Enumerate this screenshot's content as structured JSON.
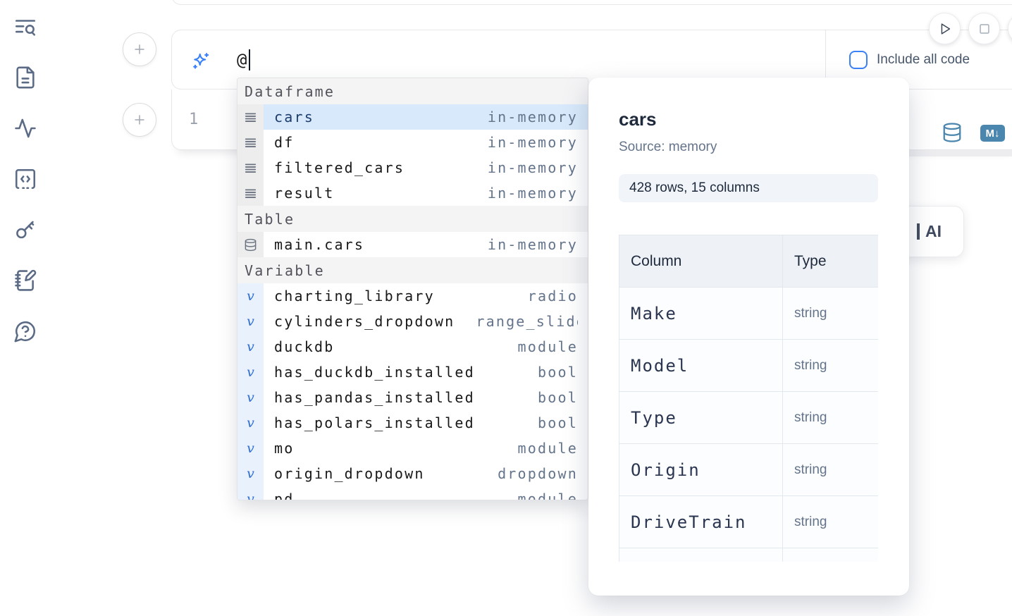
{
  "sidebar": {
    "items": [
      {
        "name": "search",
        "icon": "text-search-icon"
      },
      {
        "name": "files",
        "icon": "file-text-icon"
      },
      {
        "name": "activity",
        "icon": "activity-icon"
      },
      {
        "name": "snippets",
        "icon": "code-square-icon"
      },
      {
        "name": "keys",
        "icon": "key-icon"
      },
      {
        "name": "scratchpad",
        "icon": "notebook-pen-icon"
      },
      {
        "name": "help",
        "icon": "help-chat-icon"
      }
    ]
  },
  "toolbar": {
    "run_icon": "play-icon",
    "stop_icon": "square-icon"
  },
  "ai_prompt": {
    "value": "@",
    "include_all_code_label": "Include all code",
    "include_all_code_checked": false,
    "sparkle_icon": "sparkles-icon"
  },
  "code_cell": {
    "line_number": "1",
    "database_icon": "database-icon",
    "markdown_badge_label": "M↓"
  },
  "ai_generate_button": {
    "visible_label": "AI"
  },
  "autocomplete": {
    "sections": [
      {
        "label": "Dataframe",
        "icon": "rows",
        "items": [
          {
            "name": "cars",
            "type": "in-memory",
            "selected": true
          },
          {
            "name": "df",
            "type": "in-memory"
          },
          {
            "name": "filtered_cars",
            "type": "in-memory"
          },
          {
            "name": "result",
            "type": "in-memory"
          }
        ]
      },
      {
        "label": "Table",
        "icon": "database",
        "items": [
          {
            "name": "main.cars",
            "type": "in-memory"
          }
        ]
      },
      {
        "label": "Variable",
        "icon": "variable",
        "items": [
          {
            "name": "charting_library",
            "type": "radio"
          },
          {
            "name": "cylinders_dropdown",
            "type": "range_slider"
          },
          {
            "name": "duckdb",
            "type": "module"
          },
          {
            "name": "has_duckdb_installed",
            "type": "bool"
          },
          {
            "name": "has_pandas_installed",
            "type": "bool"
          },
          {
            "name": "has_polars_installed",
            "type": "bool"
          },
          {
            "name": "mo",
            "type": "module"
          },
          {
            "name": "origin_dropdown",
            "type": "dropdown"
          },
          {
            "name": "pd",
            "type": "module"
          }
        ]
      }
    ]
  },
  "preview": {
    "title": "cars",
    "source": "Source: memory",
    "shape_badge": "428 rows, 15 columns",
    "table": {
      "headers": [
        "Column",
        "Type"
      ],
      "rows": [
        [
          "Make",
          "string"
        ],
        [
          "Model",
          "string"
        ],
        [
          "Type",
          "string"
        ],
        [
          "Origin",
          "string"
        ],
        [
          "DriveTrain",
          "string"
        ]
      ],
      "has_partial_row": true
    }
  },
  "colors": {
    "accent_blue": "#3b82f6",
    "steel_blue": "#4a86ad",
    "selected_row_bg": "#d7e9fb",
    "sidebar_icon": "#5b6b85"
  }
}
